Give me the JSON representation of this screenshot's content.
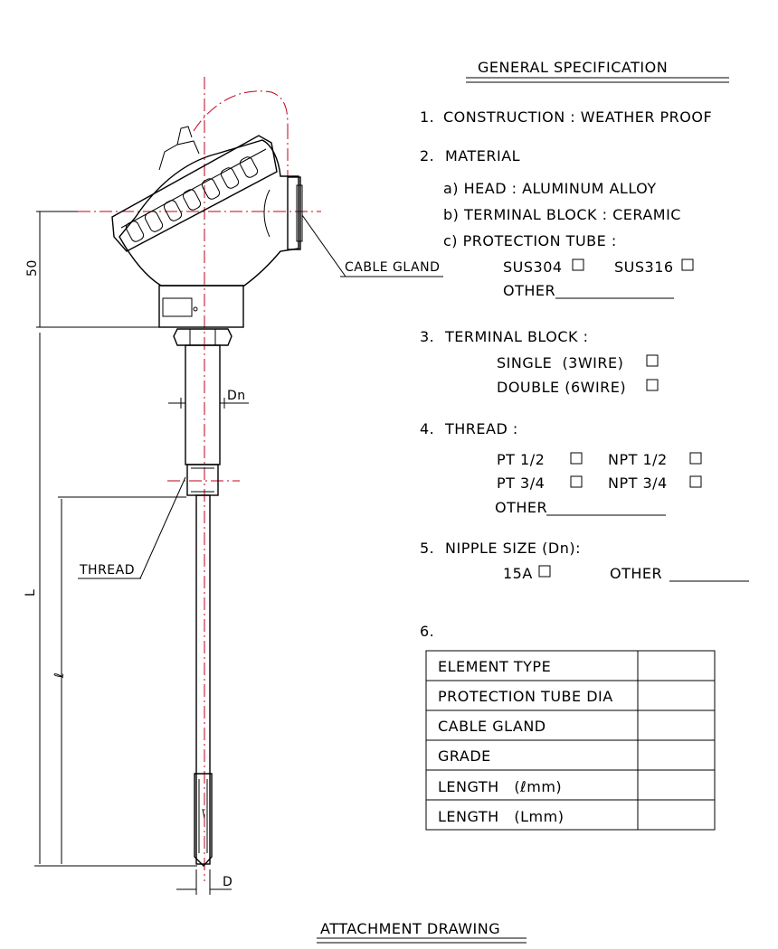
{
  "title": "GENERAL SPECIFICATION",
  "spec": {
    "s1": {
      "num": "1.",
      "label": "CONSTRUCTION : WEATHER PROOF"
    },
    "s2": {
      "num": "2.",
      "label": "MATERIAL",
      "a": "a) HEAD : ALUMINUM ALLOY",
      "b": "b) TERMINAL BLOCK : CERAMIC",
      "c": "c) PROTECTION TUBE :",
      "opt1": "SUS304",
      "opt2": "SUS316",
      "other": "OTHER"
    },
    "s3": {
      "num": "3.",
      "label": "TERMINAL BLOCK :",
      "opt1": "SINGLE  (3WIRE)",
      "opt2": "DOUBLE (6WIRE)"
    },
    "s4": {
      "num": "4.",
      "label": "THREAD :",
      "opt1": "PT 1/2",
      "opt2": "NPT 1/2",
      "opt3": "PT 3/4",
      "opt4": "NPT 3/4",
      "other": "OTHER"
    },
    "s5": {
      "num": "5.",
      "label": "NIPPLE SIZE (Dn):",
      "opt1": "15A",
      "other": "OTHER"
    },
    "s6": {
      "num": "6."
    }
  },
  "table": {
    "rows": [
      "ELEMENT TYPE",
      "PROTECTION TUBE DIA",
      "CABLE GLAND",
      "GRADE",
      "LENGTH   (ℓmm)",
      "LENGTH   (Lmm)"
    ]
  },
  "drawing": {
    "dim_50": "50",
    "dim_L": "L",
    "dim_l": "ℓ",
    "dim_Dn": "Dn",
    "dim_D": "D",
    "cable_gland": "CABLE GLAND",
    "thread": "THREAD"
  },
  "footer": "ATTACHMENT DRAWING",
  "colors": {
    "centerline": "#c0001a",
    "ink": "#000000"
  }
}
